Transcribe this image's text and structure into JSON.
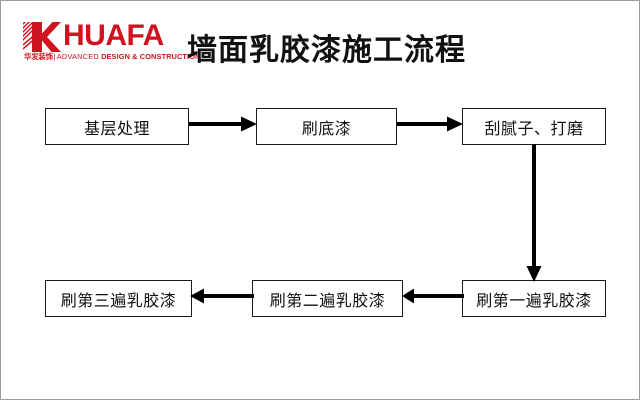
{
  "header": {
    "logo": {
      "mark_name": "huafa-k-logo-mark",
      "wordmark": "HUAFA",
      "tagline_cn": "华发装饰",
      "tagline_separator": "|",
      "tagline_en_light": "ADVANCED",
      "tagline_en_bold": "DESIGN & CONSTRUCTION",
      "brand_color": "#cf1420"
    },
    "title": "墙面乳胶漆施工流程"
  },
  "flowchart": {
    "nodes": [
      {
        "id": "n1",
        "label": "基层处理"
      },
      {
        "id": "n2",
        "label": "刷底漆"
      },
      {
        "id": "n3",
        "label": "刮腻子、打磨"
      },
      {
        "id": "n4",
        "label": "刷第一遍乳胶漆"
      },
      {
        "id": "n5",
        "label": "刷第二遍乳胶漆"
      },
      {
        "id": "n6",
        "label": "刷第三遍乳胶漆"
      }
    ],
    "edges": [
      {
        "id": "e1",
        "from": "n1",
        "to": "n2",
        "direction": "right"
      },
      {
        "id": "e2",
        "from": "n2",
        "to": "n3",
        "direction": "right"
      },
      {
        "id": "e3",
        "from": "n3",
        "to": "n4",
        "direction": "down"
      },
      {
        "id": "e4",
        "from": "n4",
        "to": "n5",
        "direction": "left"
      },
      {
        "id": "e5",
        "from": "n5",
        "to": "n6",
        "direction": "left"
      }
    ],
    "node_border_color": "#1a1a1a",
    "arrow_color": "#000000",
    "background": "#ffffff"
  }
}
